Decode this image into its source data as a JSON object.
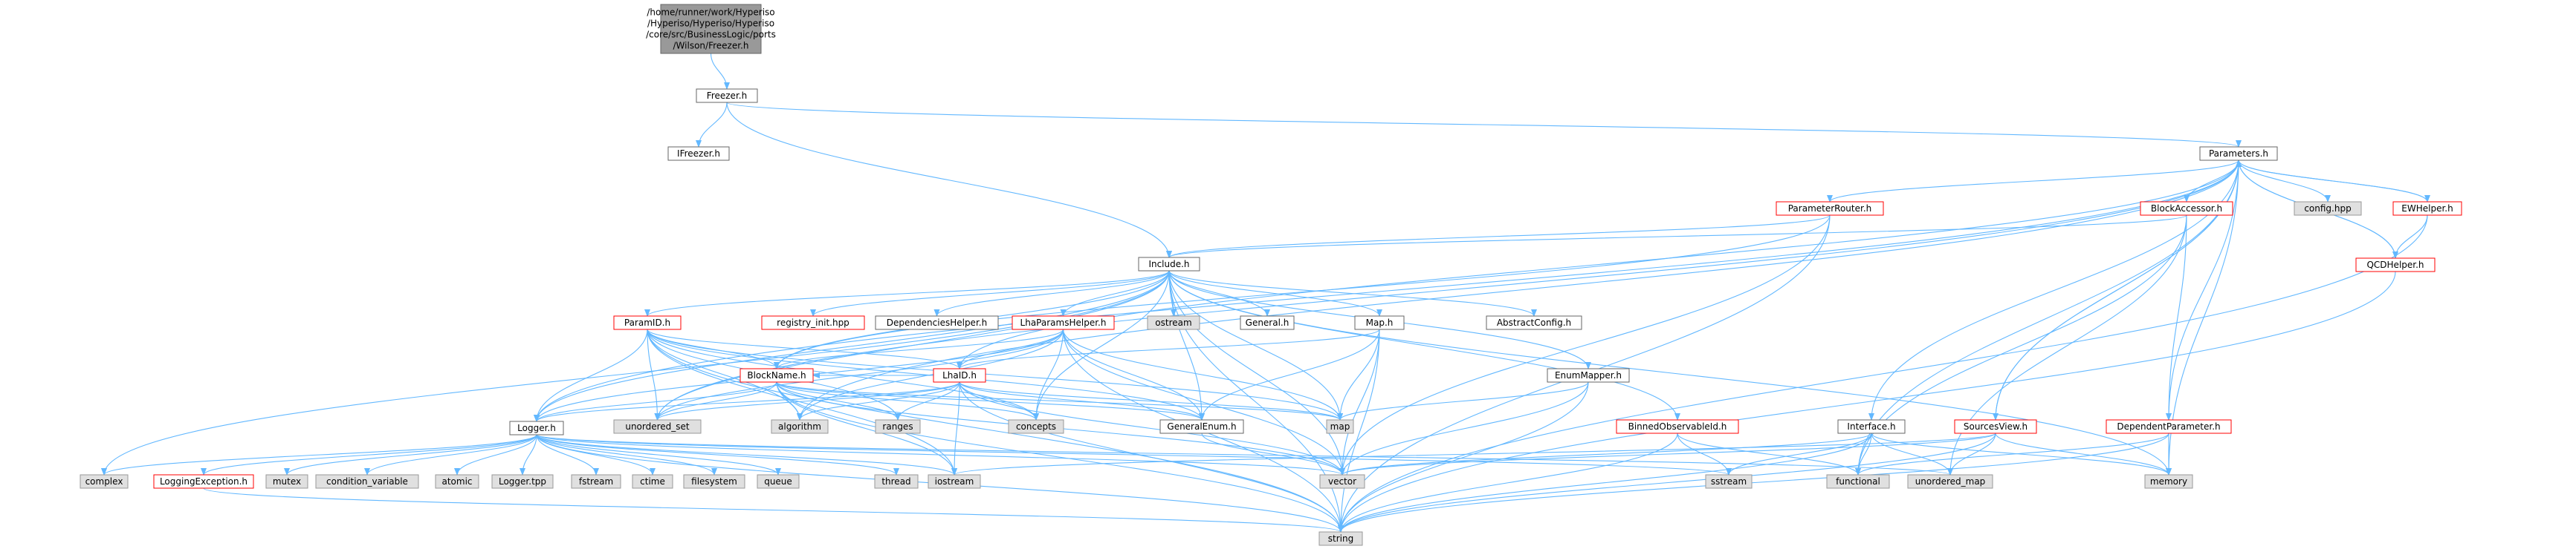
{
  "colors": {
    "edge": "#63B8FF",
    "root_fill": "#999999",
    "root_stroke": "#666666",
    "node_fill": "#ffffff",
    "node_stroke": "#666666",
    "incomplete_stroke": "#ff0000",
    "system_fill": "#e0e0e0",
    "system_stroke": "#999999",
    "text": "#000000"
  },
  "nodes": [
    {
      "id": "root",
      "label": "/home/runner/work/Hyperiso\n/Hyperiso/Hyperiso/Hyperiso\n/core/src/BusinessLogic/ports\n/Wilson/Freezer.h",
      "kind": "root"
    },
    {
      "id": "freezer",
      "label": "Freezer.h",
      "kind": "normal"
    },
    {
      "id": "ifreezer",
      "label": "IFreezer.h",
      "kind": "normal"
    },
    {
      "id": "parameters",
      "label": "Parameters.h",
      "kind": "normal"
    },
    {
      "id": "parameterrouter",
      "label": "ParameterRouter.h",
      "kind": "incomplete"
    },
    {
      "id": "blockaccessor",
      "label": "BlockAccessor.h",
      "kind": "incomplete"
    },
    {
      "id": "confighpp",
      "label": "config.hpp",
      "kind": "system"
    },
    {
      "id": "ewhelper",
      "label": "EWHelper.h",
      "kind": "incomplete"
    },
    {
      "id": "qcdhelper",
      "label": "QCDHelper.h",
      "kind": "incomplete"
    },
    {
      "id": "include",
      "label": "Include.h",
      "kind": "normal"
    },
    {
      "id": "paramid",
      "label": "ParamID.h",
      "kind": "incomplete"
    },
    {
      "id": "registryinit",
      "label": "registry_init.hpp",
      "kind": "incomplete"
    },
    {
      "id": "dependencieshelper",
      "label": "DependenciesHelper.h",
      "kind": "normal"
    },
    {
      "id": "lhaparamshelper",
      "label": "LhaParamsHelper.h",
      "kind": "incomplete"
    },
    {
      "id": "ostream",
      "label": "ostream",
      "kind": "system"
    },
    {
      "id": "general",
      "label": "General.h",
      "kind": "normal"
    },
    {
      "id": "map_h",
      "label": "Map.h",
      "kind": "normal"
    },
    {
      "id": "abstractconfig",
      "label": "AbstractConfig.h",
      "kind": "normal"
    },
    {
      "id": "enummapper",
      "label": "EnumMapper.h",
      "kind": "normal"
    },
    {
      "id": "binnedobservableid",
      "label": "BinnedObservableId.h",
      "kind": "incomplete"
    },
    {
      "id": "interface",
      "label": "Interface.h",
      "kind": "normal"
    },
    {
      "id": "sourcesview",
      "label": "SourcesView.h",
      "kind": "incomplete"
    },
    {
      "id": "dependentparameter",
      "label": "DependentParameter.h",
      "kind": "incomplete"
    },
    {
      "id": "blockname",
      "label": "BlockName.h",
      "kind": "incomplete"
    },
    {
      "id": "lhaid",
      "label": "LhaID.h",
      "kind": "incomplete"
    },
    {
      "id": "unordered_set",
      "label": "unordered_set",
      "kind": "system"
    },
    {
      "id": "algorithm",
      "label": "algorithm",
      "kind": "system"
    },
    {
      "id": "ranges",
      "label": "ranges",
      "kind": "system"
    },
    {
      "id": "concepts",
      "label": "concepts",
      "kind": "system"
    },
    {
      "id": "generalenum",
      "label": "GeneralEnum.h",
      "kind": "normal"
    },
    {
      "id": "map",
      "label": "map",
      "kind": "system"
    },
    {
      "id": "logger",
      "label": "Logger.h",
      "kind": "normal"
    },
    {
      "id": "complex",
      "label": "complex",
      "kind": "system"
    },
    {
      "id": "loggingexception",
      "label": "LoggingException.h",
      "kind": "incomplete"
    },
    {
      "id": "mutex",
      "label": "mutex",
      "kind": "system"
    },
    {
      "id": "condition_variable",
      "label": "condition_variable",
      "kind": "system"
    },
    {
      "id": "atomic",
      "label": "atomic",
      "kind": "system"
    },
    {
      "id": "loggertpp",
      "label": "Logger.tpp",
      "kind": "system"
    },
    {
      "id": "fstream",
      "label": "fstream",
      "kind": "system"
    },
    {
      "id": "ctime",
      "label": "ctime",
      "kind": "system"
    },
    {
      "id": "filesystem",
      "label": "filesystem",
      "kind": "system"
    },
    {
      "id": "queue",
      "label": "queue",
      "kind": "system"
    },
    {
      "id": "thread",
      "label": "thread",
      "kind": "system"
    },
    {
      "id": "iostream",
      "label": "iostream",
      "kind": "system"
    },
    {
      "id": "vector",
      "label": "vector",
      "kind": "system"
    },
    {
      "id": "sstream",
      "label": "sstream",
      "kind": "system"
    },
    {
      "id": "functional",
      "label": "functional",
      "kind": "system"
    },
    {
      "id": "unordered_map",
      "label": "unordered_map",
      "kind": "system"
    },
    {
      "id": "memory",
      "label": "memory",
      "kind": "system"
    },
    {
      "id": "string",
      "label": "string",
      "kind": "system"
    }
  ],
  "edges": [
    [
      "root",
      "freezer"
    ],
    [
      "freezer",
      "ifreezer"
    ],
    [
      "freezer",
      "parameters"
    ],
    [
      "freezer",
      "include"
    ],
    [
      "parameters",
      "parameterrouter"
    ],
    [
      "parameters",
      "blockaccessor"
    ],
    [
      "parameters",
      "confighpp"
    ],
    [
      "parameters",
      "ewhelper"
    ],
    [
      "parameters",
      "qcdhelper"
    ],
    [
      "parameters",
      "interface"
    ],
    [
      "parameters",
      "sourcesview"
    ],
    [
      "parameters",
      "dependentparameter"
    ],
    [
      "parameters",
      "functional"
    ],
    [
      "parameters",
      "memory"
    ],
    [
      "parameters",
      "unordered_set"
    ],
    [
      "parameters",
      "algorithm"
    ],
    [
      "parameters",
      "logger"
    ],
    [
      "parameters",
      "lhaid"
    ],
    [
      "ewhelper",
      "parameters"
    ],
    [
      "ewhelper",
      "qcdhelper"
    ],
    [
      "ewhelper",
      "string"
    ],
    [
      "qcdhelper",
      "parameters"
    ],
    [
      "qcdhelper",
      "string"
    ],
    [
      "sourcesview",
      "parameters"
    ],
    [
      "sourcesview",
      "vector"
    ],
    [
      "sourcesview",
      "memory"
    ],
    [
      "sourcesview",
      "unordered_map"
    ],
    [
      "sourcesview",
      "string"
    ],
    [
      "sourcesview",
      "iostream"
    ],
    [
      "parameterrouter",
      "include"
    ],
    [
      "parameterrouter",
      "vector"
    ],
    [
      "parameterrouter",
      "string"
    ],
    [
      "parameterrouter",
      "blockname"
    ],
    [
      "blockaccessor",
      "include"
    ],
    [
      "blockaccessor",
      "dependentparameter"
    ],
    [
      "blockaccessor",
      "unordered_map"
    ],
    [
      "blockaccessor",
      "functional"
    ],
    [
      "dependentparameter",
      "functional"
    ],
    [
      "dependentparameter",
      "memory"
    ],
    [
      "dependentparameter",
      "string"
    ],
    [
      "include",
      "paramid"
    ],
    [
      "include",
      "registryinit"
    ],
    [
      "include",
      "dependencieshelper"
    ],
    [
      "include",
      "lhaparamshelper"
    ],
    [
      "include",
      "ostream"
    ],
    [
      "include",
      "general"
    ],
    [
      "include",
      "map_h"
    ],
    [
      "include",
      "abstractconfig"
    ],
    [
      "include",
      "enummapper"
    ],
    [
      "include",
      "binnedobservableid"
    ],
    [
      "include",
      "memory"
    ],
    [
      "include",
      "map"
    ],
    [
      "include",
      "vector"
    ],
    [
      "include",
      "string"
    ],
    [
      "include",
      "concepts"
    ],
    [
      "include",
      "generalenum"
    ],
    [
      "include",
      "logger"
    ],
    [
      "include",
      "unordered_set"
    ],
    [
      "include",
      "complex"
    ],
    [
      "include",
      "blockname"
    ],
    [
      "paramid",
      "blockname"
    ],
    [
      "paramid",
      "lhaid"
    ],
    [
      "paramid",
      "logger"
    ],
    [
      "paramid",
      "unordered_set"
    ],
    [
      "paramid",
      "algorithm"
    ],
    [
      "paramid",
      "ranges"
    ],
    [
      "paramid",
      "concepts"
    ],
    [
      "paramid",
      "generalenum"
    ],
    [
      "paramid",
      "map"
    ],
    [
      "paramid",
      "string"
    ],
    [
      "paramid",
      "iostream"
    ],
    [
      "lhaparamshelper",
      "blockname"
    ],
    [
      "lhaparamshelper",
      "lhaid"
    ],
    [
      "lhaparamshelper",
      "logger"
    ],
    [
      "lhaparamshelper",
      "map"
    ],
    [
      "lhaparamshelper",
      "generalenum"
    ],
    [
      "lhaparamshelper",
      "vector"
    ],
    [
      "lhaparamshelper",
      "string"
    ],
    [
      "lhaparamshelper",
      "concepts"
    ],
    [
      "lhaparamshelper",
      "algorithm"
    ],
    [
      "lhaparamshelper",
      "unordered_set"
    ],
    [
      "map_h",
      "generalenum"
    ],
    [
      "map_h",
      "map"
    ],
    [
      "map_h",
      "vector"
    ],
    [
      "map_h",
      "string"
    ],
    [
      "map_h",
      "lhaid"
    ],
    [
      "enummapper",
      "map"
    ],
    [
      "enummapper",
      "vector"
    ],
    [
      "enummapper",
      "string"
    ],
    [
      "binnedobservableid",
      "functional"
    ],
    [
      "binnedobservableid",
      "sstream"
    ],
    [
      "binnedobservableid",
      "string"
    ],
    [
      "interface",
      "functional"
    ],
    [
      "interface",
      "unordered_map"
    ],
    [
      "interface",
      "memory"
    ],
    [
      "interface",
      "string"
    ],
    [
      "interface",
      "vector"
    ],
    [
      "interface",
      "sstream"
    ],
    [
      "blockname",
      "logger"
    ],
    [
      "blockname",
      "unordered_set"
    ],
    [
      "blockname",
      "algorithm"
    ],
    [
      "blockname",
      "ranges"
    ],
    [
      "blockname",
      "concepts"
    ],
    [
      "blockname",
      "generalenum"
    ],
    [
      "blockname",
      "map"
    ],
    [
      "blockname",
      "vector"
    ],
    [
      "blockname",
      "string"
    ],
    [
      "blockname",
      "iostream"
    ],
    [
      "lhaid",
      "logger"
    ],
    [
      "lhaid",
      "unordered_set"
    ],
    [
      "lhaid",
      "algorithm"
    ],
    [
      "lhaid",
      "ranges"
    ],
    [
      "lhaid",
      "concepts"
    ],
    [
      "lhaid",
      "generalenum"
    ],
    [
      "lhaid",
      "map"
    ],
    [
      "lhaid",
      "vector"
    ],
    [
      "lhaid",
      "string"
    ],
    [
      "lhaid",
      "iostream"
    ],
    [
      "lhaid",
      "blockname"
    ],
    [
      "logger",
      "complex"
    ],
    [
      "logger",
      "loggingexception"
    ],
    [
      "logger",
      "mutex"
    ],
    [
      "logger",
      "condition_variable"
    ],
    [
      "logger",
      "atomic"
    ],
    [
      "logger",
      "loggertpp"
    ],
    [
      "logger",
      "fstream"
    ],
    [
      "logger",
      "ctime"
    ],
    [
      "logger",
      "filesystem"
    ],
    [
      "logger",
      "queue"
    ],
    [
      "logger",
      "thread"
    ],
    [
      "logger",
      "iostream"
    ],
    [
      "logger",
      "vector"
    ],
    [
      "logger",
      "sstream"
    ],
    [
      "logger",
      "unordered_map"
    ],
    [
      "logger",
      "string"
    ],
    [
      "loggingexception",
      "string"
    ],
    [
      "generalenum",
      "vector"
    ]
  ]
}
